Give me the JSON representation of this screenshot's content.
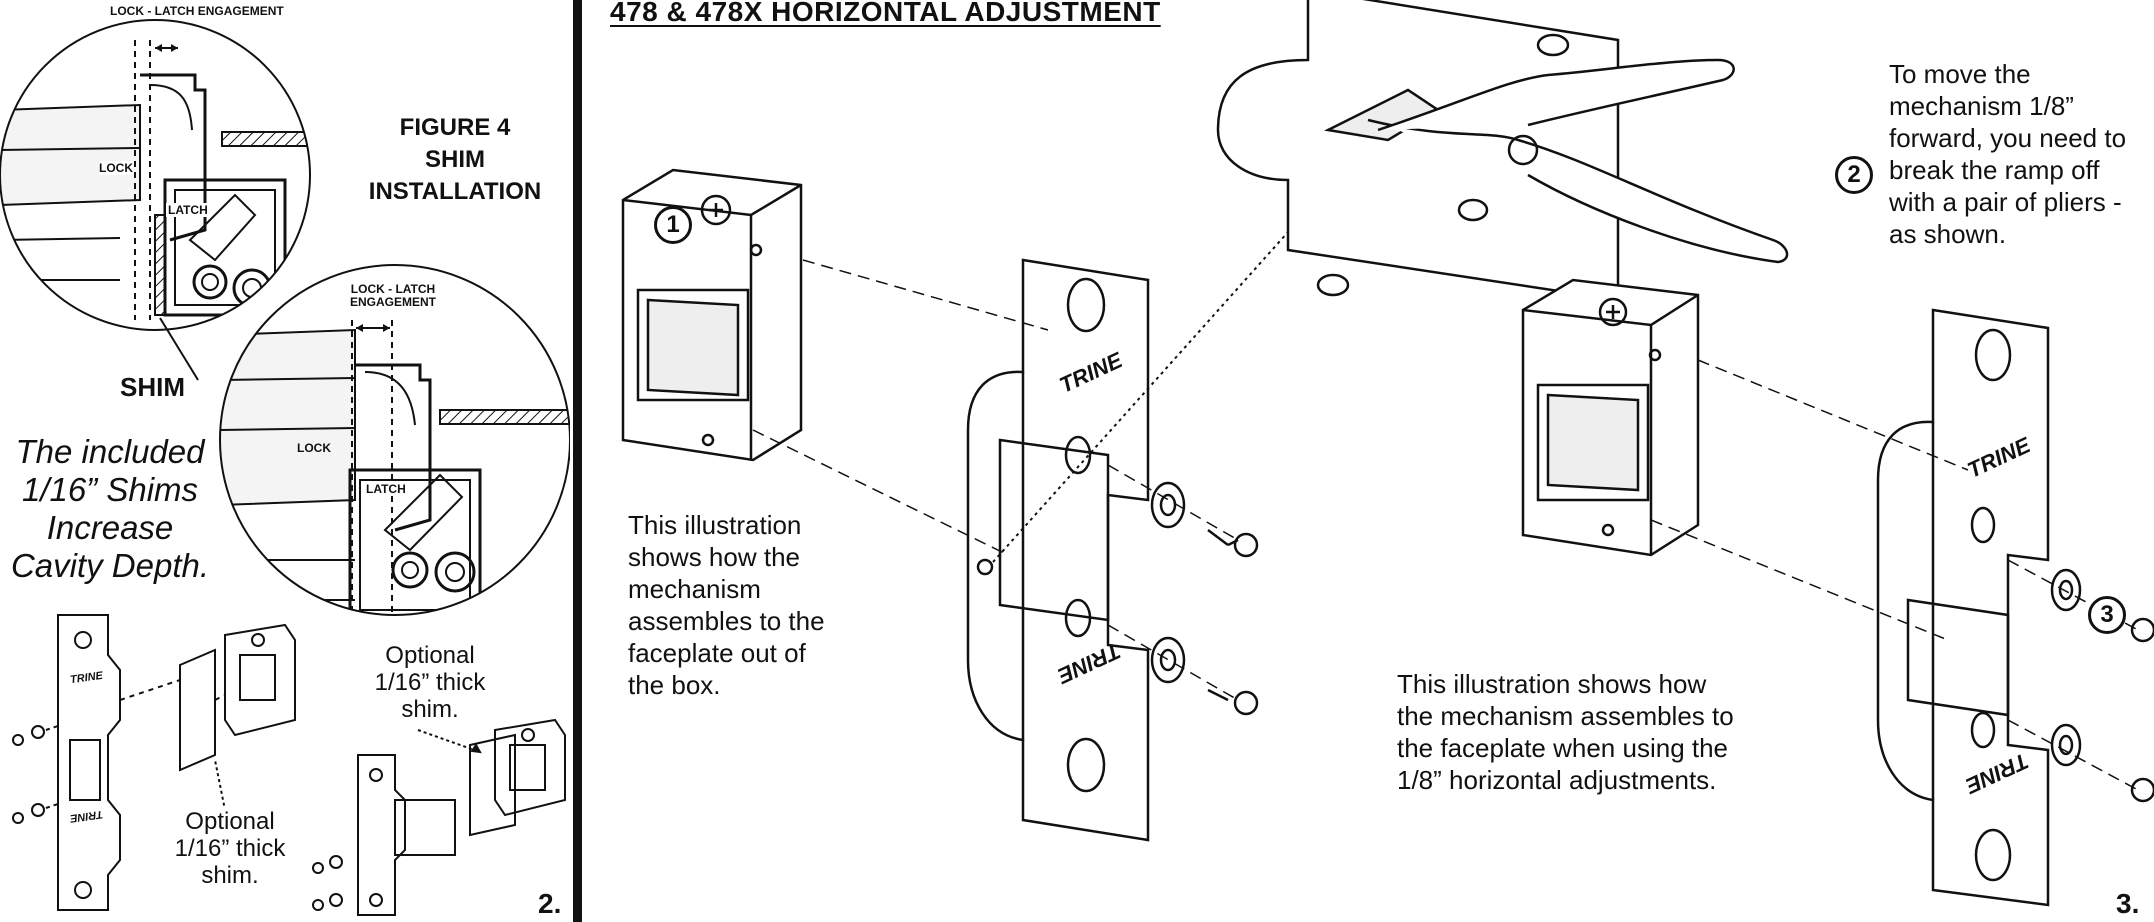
{
  "left_page": {
    "lock_latch_top": "LOCK - LATCH ENGAGEMENT",
    "lock_top": "LOCK",
    "latch_top": "LATCH",
    "figure_title_lines": [
      "FIGURE 4",
      "SHIM",
      "INSTALLATION"
    ],
    "lock_latch_bottom": "LOCK - LATCH ENGAGEMENT",
    "lock_bottom": "LOCK",
    "latch_bottom": "LATCH",
    "shim_label": "SHIM",
    "note_lines": [
      "The included",
      "1/16” Shims",
      "Increase",
      "Cavity Depth."
    ],
    "optional_shim_right": [
      "Optional",
      "1/16” thick",
      "shim."
    ],
    "optional_shim_bottom": [
      "Optional",
      "1/16” thick",
      "shim."
    ],
    "brand_small": "TRINE",
    "page_number": "2."
  },
  "right_page": {
    "section_title": "478 & 478X HORIZONTAL ADJUSTMENT",
    "step1": "1",
    "step2": "2",
    "step3": "3",
    "step1_text": "This illustration shows how the mechanism assembles to the faceplate out of the box.",
    "step2_text": "To move the mechanism 1/8” forward, you need to break the ramp off with a pair of pliers - as shown.",
    "step3_text": "This illustration shows how the mechanism assembles to the faceplate when using the 1/8” horizontal adjustments.",
    "brand": "TRINE",
    "page_number": "3."
  }
}
